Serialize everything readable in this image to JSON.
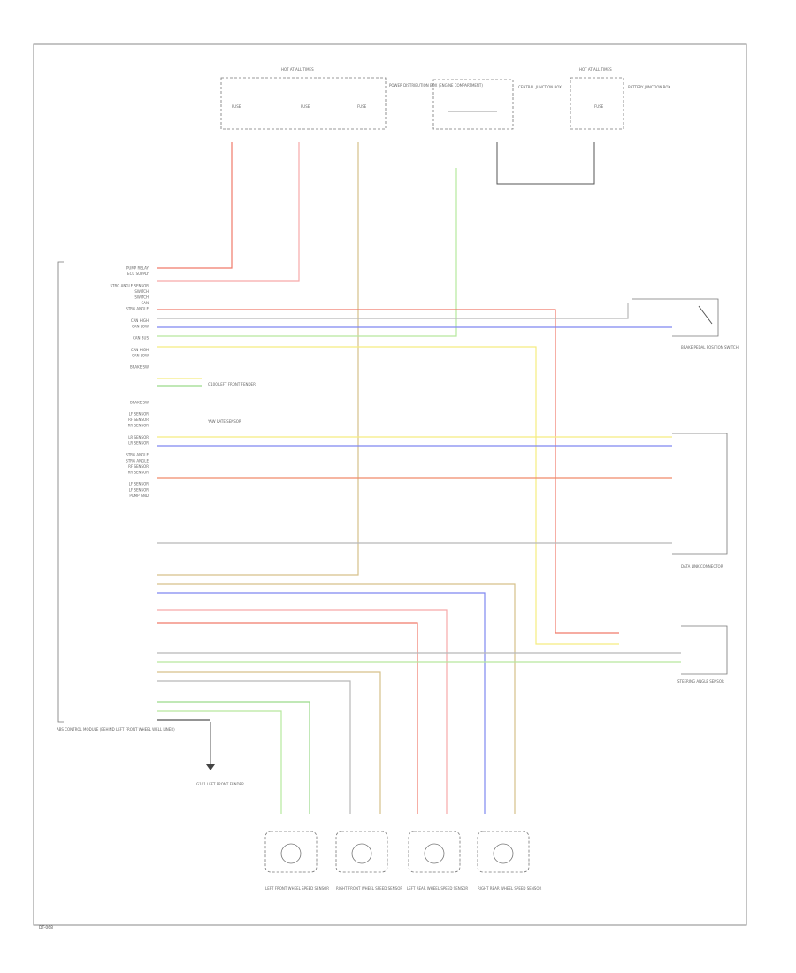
{
  "code": "DT-068",
  "colors": {
    "red": "#f07a6a",
    "pink": "#f6a9a9",
    "tan": "#d6c08a",
    "green": "#9ad98a",
    "blue": "#7f88f0",
    "yellow": "#f5ec80",
    "orange": "#f08a6a",
    "gray": "#b8b8b8",
    "black": "#555555",
    "ltgreen": "#b6e89e"
  },
  "labels": {
    "top_hot": "HOT AT ALL TIMES",
    "top_dist": "POWER DISTRIBUTION BOX (ENGINE COMPARTMENT)",
    "central": "CENTRAL JUNCTION BOX",
    "battery_hot": "HOT AT ALL TIMES",
    "battery_junction": "BATTERY JUNCTION BOX",
    "fuse_a": "FUSE",
    "fuse_b": "FUSE",
    "fuse_c": "FUSE",
    "fuse_d": "FUSE",
    "abs_module": "ABS CONTROL MODULE (BEHIND LEFT FRONT WHEEL WELL LINER)",
    "ground": "G101 LEFT FRONT FENDER",
    "brake_switch": "BRAKE PEDAL POSITION SWITCH",
    "ground2": "G100 LEFT FRONT FENDER",
    "dlc": "DATA LINK CONNECTOR",
    "steering": "STEERING ANGLE SENSOR",
    "yaw": "YAW RATE SENSOR",
    "wheel_lf": "LEFT FRONT WHEEL SPEED SENSOR",
    "wheel_rf": "RIGHT FRONT WHEEL SPEED SENSOR",
    "wheel_lr": "LEFT REAR WHEEL SPEED SENSOR",
    "wheel_rr": "RIGHT REAR WHEEL SPEED SENSOR"
  },
  "module_pins": [
    "PUMP RELAY",
    "ECU SUPPLY",
    "",
    "STRG ANGLE SENSOR",
    "SWITCH",
    "SWITCH",
    "CAN",
    "STRG ANGLE",
    "",
    "CAN HIGH",
    "CAN LOW",
    "",
    "CAN BUS",
    "",
    "CAN HIGH",
    "CAN LOW",
    "",
    "BRAKE SW",
    "",
    "",
    "",
    "",
    "",
    "BRAKE SW",
    "",
    "LF SENSOR",
    "RF SENSOR",
    "RR SENSOR",
    "",
    "LR SENSOR",
    "LR SENSOR",
    "",
    "STRG ANGLE",
    "STRG ANGLE",
    "RF SENSOR",
    "RR SENSOR",
    "",
    "LF SENSOR",
    "LF SENSOR",
    "PUMP GND"
  ]
}
